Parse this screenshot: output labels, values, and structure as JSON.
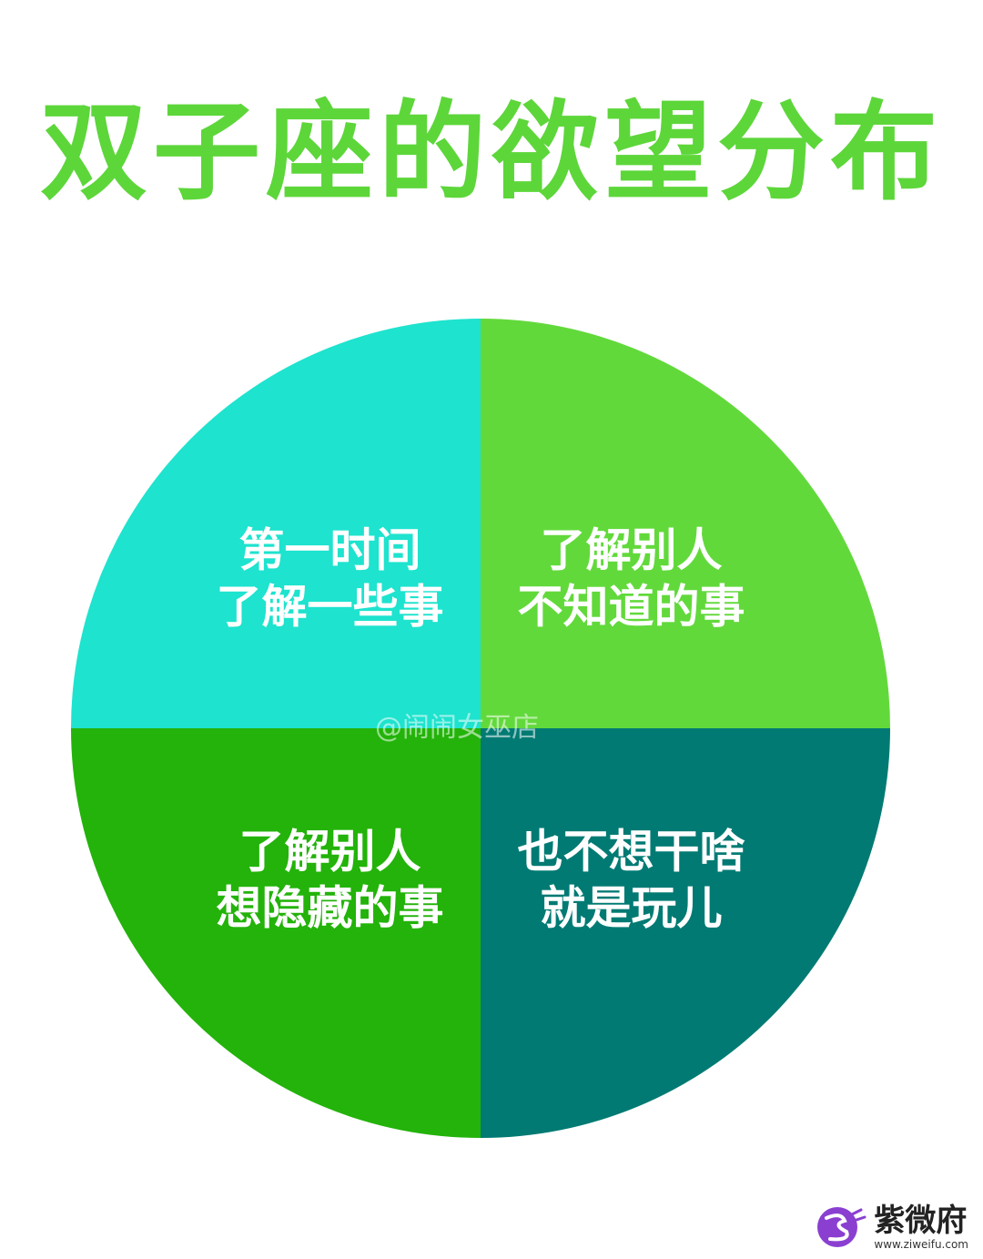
{
  "title": "双子座的欲望分布",
  "watermark": "@闹闹女巫店",
  "logo": {
    "text": "紫微府",
    "url": "www.ziweifu.com"
  },
  "colors": {
    "title": "#5dd63a",
    "top_left": "#1ee3ce",
    "top_right": "#62d93b",
    "bottom_left": "#23b30a",
    "bottom_right": "#007a73"
  },
  "chart_data": {
    "type": "pie",
    "slices": [
      {
        "label_lines": [
          "第一时间",
          "了解一些事"
        ],
        "value": 25,
        "color": "#1ee3ce"
      },
      {
        "label_lines": [
          "了解别人",
          "不知道的事"
        ],
        "value": 25,
        "color": "#62d93b"
      },
      {
        "label_lines": [
          "也不想干啥",
          "就是玩儿"
        ],
        "value": 25,
        "color": "#007a73"
      },
      {
        "label_lines": [
          "了解别人",
          "想隐藏的事"
        ],
        "value": 25,
        "color": "#23b30a"
      }
    ]
  }
}
